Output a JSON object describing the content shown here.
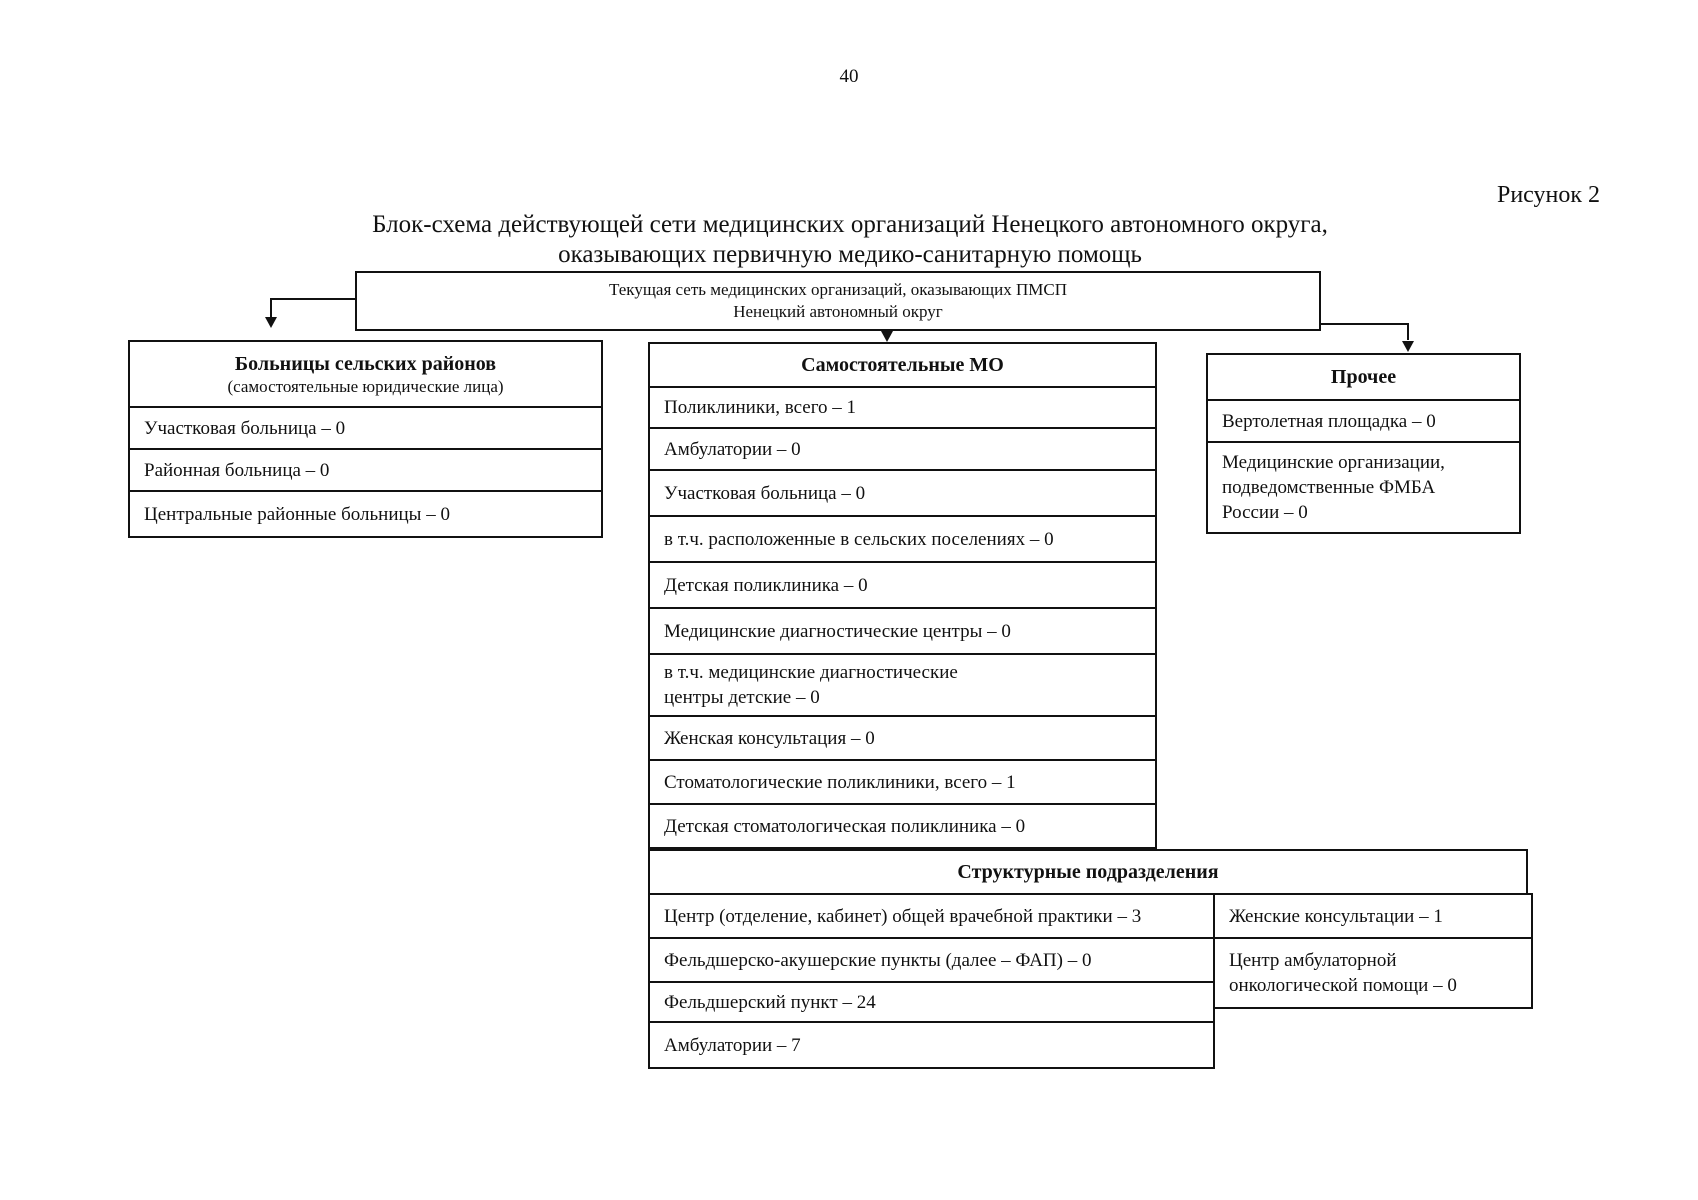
{
  "page_number": "40",
  "figure_label": "Рисунок 2",
  "title": {
    "line1": "Блок-схема действующей сети медицинских организаций Ненецкого автономного округа,",
    "line2": "оказывающих первичную медико-санитарную помощь"
  },
  "root": {
    "line1": "Текущая сеть медицинских организаций, оказывающих ПМСП",
    "line2": "Ненецкий автономный округ"
  },
  "rural": {
    "title": "Больницы сельских районов",
    "subtitle": "(самостоятельные юридические лица)",
    "items": [
      "Участковая больница – 0",
      "Районная больница – 0",
      "Центральные районные больницы – 0"
    ]
  },
  "independent": {
    "title": "Самостоятельные МО",
    "items": [
      "Поликлиники, всего – 1",
      "Амбулатории – 0",
      "Участковая больница – 0",
      "в т.ч. расположенные в сельских поселениях – 0",
      "Детская поликлиника – 0",
      "Медицинские диагностические центры – 0",
      "в т.ч. медицинские диагностические",
      "центры детские – 0",
      "Женская консультация – 0",
      "Стоматологические поликлиники, всего – 1",
      "Детская стоматологическая поликлиника – 0"
    ]
  },
  "other": {
    "title": "Прочее",
    "items": [
      "Вертолетная площадка – 0",
      "Медицинские организации,",
      "подведомственные ФМБА",
      "России – 0"
    ]
  },
  "structural": {
    "title": "Структурные подразделения",
    "left_items": [
      "Центр (отделение, кабинет) общей врачебной практики – 3",
      "Фельдшерско-акушерские пункты (далее – ФАП) – 0",
      "Фельдшерский пункт – 24",
      "Амбулатории – 7"
    ],
    "right_items": [
      "Женские консультации – 1",
      "Центр амбулаторной",
      "онкологической помощи – 0"
    ]
  }
}
